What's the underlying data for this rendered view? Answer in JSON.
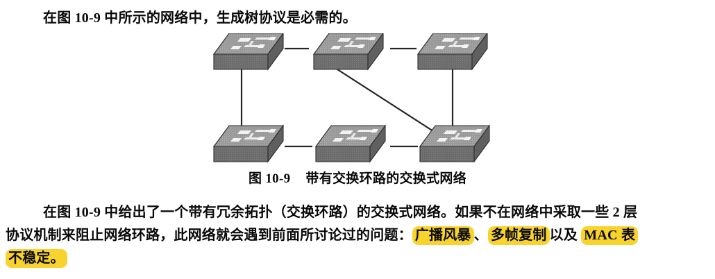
{
  "document": {
    "intro_paragraph": "在图 10-9 中所示的网络中，生成树协议是必需的。",
    "figure": {
      "caption_label": "图 10-9",
      "caption_text": "带有交换环路的交换式网络",
      "alt": "switched-network-with-switching-loops-diagram",
      "node_count": 6,
      "nodes": [
        {
          "id": "sw-top-left",
          "label": "switch",
          "row": "top",
          "col": "left"
        },
        {
          "id": "sw-top-middle",
          "label": "switch",
          "row": "top",
          "col": "middle"
        },
        {
          "id": "sw-top-right",
          "label": "switch",
          "row": "top",
          "col": "right"
        },
        {
          "id": "sw-bottom-left",
          "label": "switch",
          "row": "bottom",
          "col": "left"
        },
        {
          "id": "sw-bottom-middle",
          "label": "switch",
          "row": "bottom",
          "col": "middle"
        },
        {
          "id": "sw-bottom-right",
          "label": "switch",
          "row": "bottom",
          "col": "right"
        }
      ],
      "links": [
        {
          "from": "sw-top-left",
          "to": "sw-top-middle",
          "kind": "horizontal"
        },
        {
          "from": "sw-top-middle",
          "to": "sw-top-right",
          "kind": "horizontal"
        },
        {
          "from": "sw-top-left",
          "to": "sw-bottom-left",
          "kind": "vertical"
        },
        {
          "from": "sw-top-right",
          "to": "sw-bottom-right",
          "kind": "vertical"
        },
        {
          "from": "sw-bottom-left",
          "to": "sw-bottom-middle",
          "kind": "horizontal"
        },
        {
          "from": "sw-bottom-middle",
          "to": "sw-bottom-right",
          "kind": "horizontal"
        },
        {
          "from": "sw-top-middle",
          "to": "sw-bottom-right",
          "kind": "diagonal"
        }
      ],
      "colors": {
        "switch_top_face": "#9c9c9c",
        "switch_front_face": "#6f6f6f",
        "switch_side_face": "#5c5c5c",
        "switch_outline": "#2b2b2b",
        "port_marking": "#f2f2f2",
        "link_line": "#262626"
      }
    },
    "body_lines": [
      {
        "indent": true,
        "segments": [
          {
            "text": "在图 10-9 中给出了一个带有冗余拓扑（交换环路）的交换式网络。如果不在网络中采取一些 2 层",
            "highlight": false
          }
        ]
      },
      {
        "indent": false,
        "segments": [
          {
            "text": "协议机制来阻止网络环路，此网络就会遇到前面所讨论过的问题：",
            "highlight": false
          },
          {
            "text": "广播风暴",
            "highlight": true
          },
          {
            "text": "、",
            "highlight": false
          },
          {
            "text": "多帧复制",
            "highlight": true
          },
          {
            "text": "以及 ",
            "highlight": false
          },
          {
            "text": "MAC 表",
            "highlight": true
          }
        ]
      },
      {
        "indent": false,
        "segments": [
          {
            "text": "不稳定。",
            "highlight": true
          }
        ]
      }
    ],
    "highlight_color": "#f8d32e",
    "background_color": "#ffffff",
    "text_color": "#0a0a0a"
  }
}
